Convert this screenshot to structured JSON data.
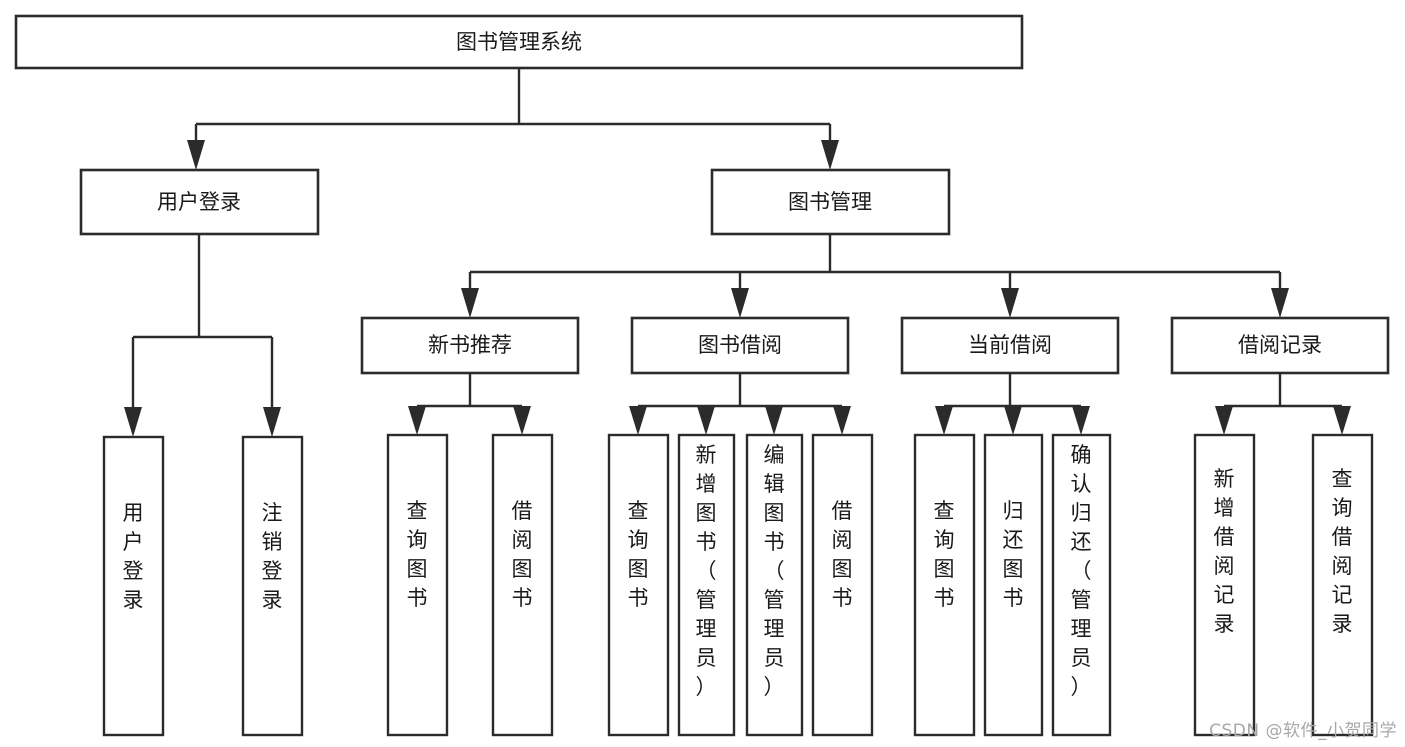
{
  "diagram": {
    "type": "tree-hierarchy",
    "title": "图书管理系统",
    "root": {
      "label": "图书管理系统",
      "orientation": "horizontal"
    },
    "level2": [
      {
        "label": "用户登录",
        "orientation": "horizontal"
      },
      {
        "label": "图书管理",
        "orientation": "horizontal"
      }
    ],
    "level3": [
      {
        "label": "新书推荐",
        "orientation": "horizontal",
        "parent": "图书管理"
      },
      {
        "label": "图书借阅",
        "orientation": "horizontal",
        "parent": "图书管理"
      },
      {
        "label": "当前借阅",
        "orientation": "horizontal",
        "parent": "图书管理"
      },
      {
        "label": "借阅记录",
        "orientation": "horizontal",
        "parent": "图书管理"
      }
    ],
    "leaves": {
      "user_login": [
        {
          "label": "用户登录",
          "lines": [
            "用",
            "户",
            "登",
            "录"
          ]
        },
        {
          "label": "注销登录",
          "lines": [
            "注",
            "销",
            "登",
            "录"
          ]
        }
      ],
      "new_book_recommend": [
        {
          "label": "查询图书",
          "lines": [
            "查",
            "询",
            "图",
            "书"
          ]
        },
        {
          "label": "借阅图书",
          "lines": [
            "借",
            "阅",
            "图",
            "书"
          ]
        }
      ],
      "book_borrow": [
        {
          "label": "查询图书",
          "lines": [
            "查",
            "询",
            "图",
            "书"
          ]
        },
        {
          "label": "新增图书（管理员）",
          "lines": [
            "新",
            "增",
            "图",
            "书",
            "（",
            "管",
            "理",
            "员",
            "）"
          ]
        },
        {
          "label": "编辑图书（管理员）",
          "lines": [
            "编",
            "辑",
            "图",
            "书",
            "（",
            "管",
            "理",
            "员",
            "）"
          ]
        },
        {
          "label": "借阅图书",
          "lines": [
            "借",
            "阅",
            "图",
            "书"
          ]
        }
      ],
      "current_borrow": [
        {
          "label": "查询图书",
          "lines": [
            "查",
            "询",
            "图",
            "书"
          ]
        },
        {
          "label": "归还图书",
          "lines": [
            "归",
            "还",
            "图",
            "书"
          ]
        },
        {
          "label": "确认归还（管理员）",
          "lines": [
            "确",
            "认",
            "归",
            "还",
            "（",
            "管",
            "理",
            "员",
            "）"
          ]
        }
      ],
      "borrow_record": [
        {
          "label": "新增借阅记录",
          "lines": [
            "新",
            "增",
            "借",
            "阅",
            "记",
            "录"
          ]
        },
        {
          "label": "查询借阅记录",
          "lines": [
            "查",
            "询",
            "借",
            "阅",
            "记",
            "录"
          ]
        }
      ]
    }
  },
  "watermark": {
    "text": "CSDN @软件_小贺同学"
  },
  "colors": {
    "stroke": "#2b2b2b",
    "fill": "#ffffff",
    "text": "#1a1a1a",
    "watermark": "#a8a8a8"
  }
}
